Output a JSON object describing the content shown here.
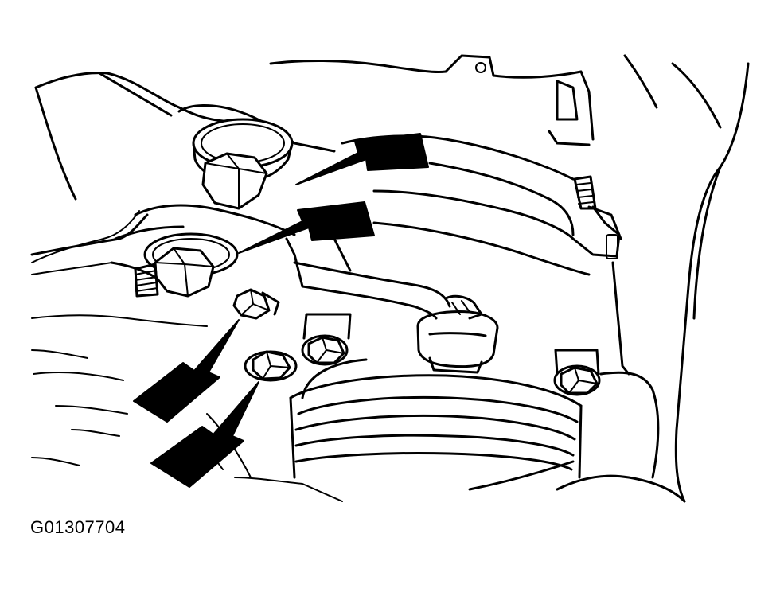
{
  "figure": {
    "code": "G01307704"
  },
  "arrows": [
    {
      "target": "upper-mounting-bolt"
    },
    {
      "target": "middle-mounting-bolt"
    },
    {
      "target": "small-bolt-upper"
    },
    {
      "target": "small-bolt-lower"
    }
  ]
}
